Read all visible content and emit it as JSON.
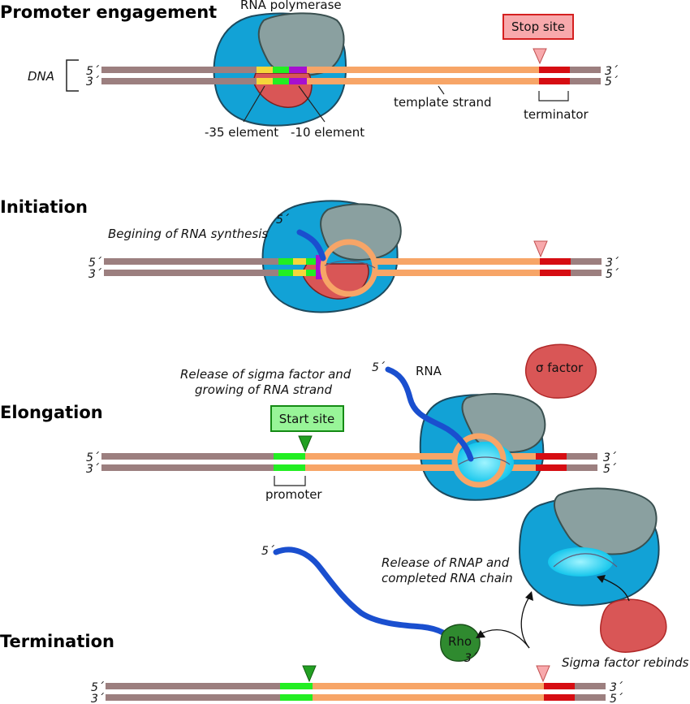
{
  "colors": {
    "dna_outer": "#9c7f7f",
    "dna_mid": "#f7a567",
    "terminator": "#d60d12",
    "promoter_green": "#22ee22",
    "minus35_yellow": "#f5d63a",
    "minus10_purple": "#a70fd0",
    "rnap_blue": "#12a2d6",
    "rnap_gray": "#8aa0a0",
    "sigma_red": "#d95656",
    "rna_blue": "#1a4fcf",
    "rho_green": "#2f8a2f",
    "stop_pink": "#f8a9ac",
    "start_green": "#98f598"
  },
  "panels": {
    "promoter_engagement": {
      "title": "Promoter engagement",
      "rnap_label": "RNA polymerase",
      "dna_label": "DNA",
      "template_label": "template strand",
      "stop_site": "Stop site",
      "terminator_label": "terminator",
      "minus35_label": "-35 element",
      "minus10_label": "-10 element",
      "top_left": "5´",
      "bottom_left": "3´",
      "top_right": "3´",
      "bottom_right": "5´"
    },
    "initiation": {
      "title": "Initiation",
      "synthesis_label": "Begining of RNA synthesis",
      "rna_end": "5´",
      "top_left": "5´",
      "bottom_left": "3´",
      "top_right": "3´",
      "bottom_right": "5´"
    },
    "elongation": {
      "title": "Elongation",
      "release_line1": "Release of sigma factor and",
      "release_line2": "growing of RNA strand",
      "rna_label": "RNA",
      "rna_end": "5´",
      "sigma_label": "σ factor",
      "start_site": "Start site",
      "promoter_label": "promoter",
      "top_left": "5´",
      "bottom_left": "3´",
      "top_right": "3´",
      "bottom_right": "5´"
    },
    "termination": {
      "title": "Termination",
      "rna_end_5": "5´",
      "rna_end_3": "3´",
      "rho_label": "Rho",
      "release_line1": "Release of RNAP and",
      "release_line2": "completed RNA chain",
      "sigma_rebinds": "Sigma factor rebinds",
      "top_left": "5´",
      "bottom_left": "3´",
      "top_right": "3´",
      "bottom_right": "5´"
    }
  }
}
